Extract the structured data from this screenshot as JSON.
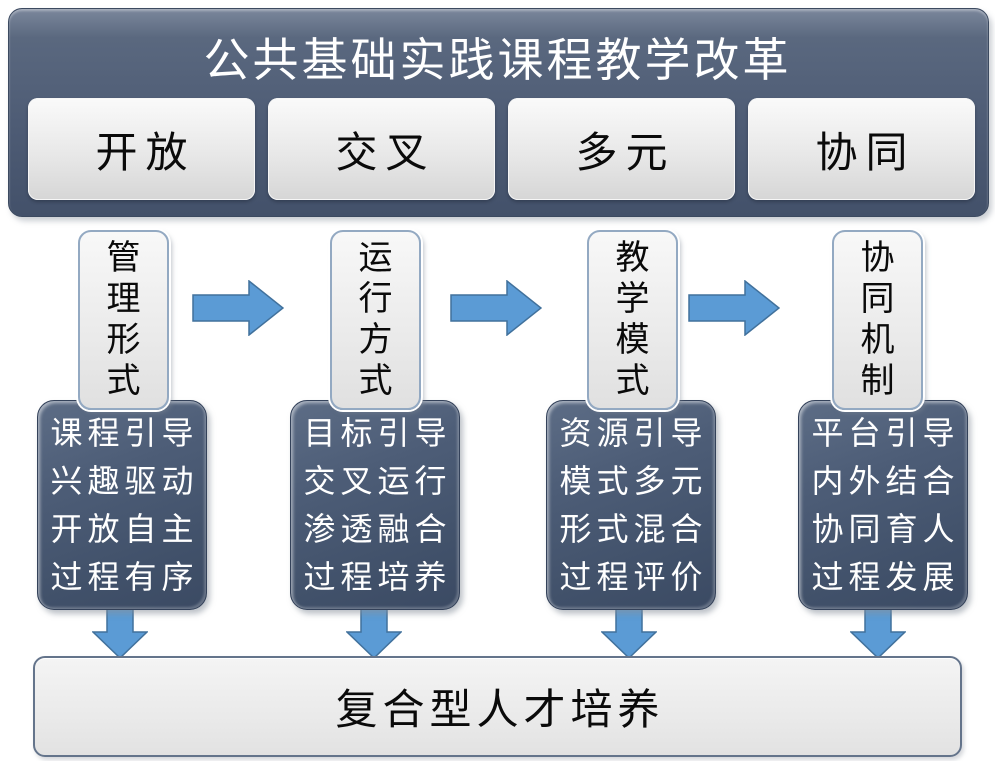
{
  "diagram": {
    "title": "公共基础实践课程教学改革",
    "pillars": [
      "开放",
      "交叉",
      "多元",
      "协同"
    ],
    "columns": [
      {
        "category": "管理形式",
        "lines": [
          "课程引导",
          "兴趣驱动",
          "开放自主",
          "过程有序"
        ]
      },
      {
        "category": "运行方式",
        "lines": [
          "目标引导",
          "交叉运行",
          "渗透融合",
          "过程培养"
        ]
      },
      {
        "category": "教学模式",
        "lines": [
          "资源引导",
          "模式多元",
          "形式混合",
          "过程评价"
        ]
      },
      {
        "category": "协同机制",
        "lines": [
          "平台引导",
          "内外结合",
          "协同育人",
          "过程发展"
        ]
      }
    ],
    "outcome": "复合型人才培养",
    "colors": {
      "header_slate_top": "#7B879C",
      "header_slate_bottom": "#43516A",
      "card_slate_top": "#5D6D86",
      "card_slate_bottom": "#3B4A63",
      "panel_gray": "#EAEAEA",
      "label_border_blue": "#93A9C2",
      "arrow_fill": "#5B9BD5",
      "arrow_stroke": "#41719C",
      "text_dark": "#0A0A0A",
      "text_light": "#FFFFFF"
    }
  }
}
